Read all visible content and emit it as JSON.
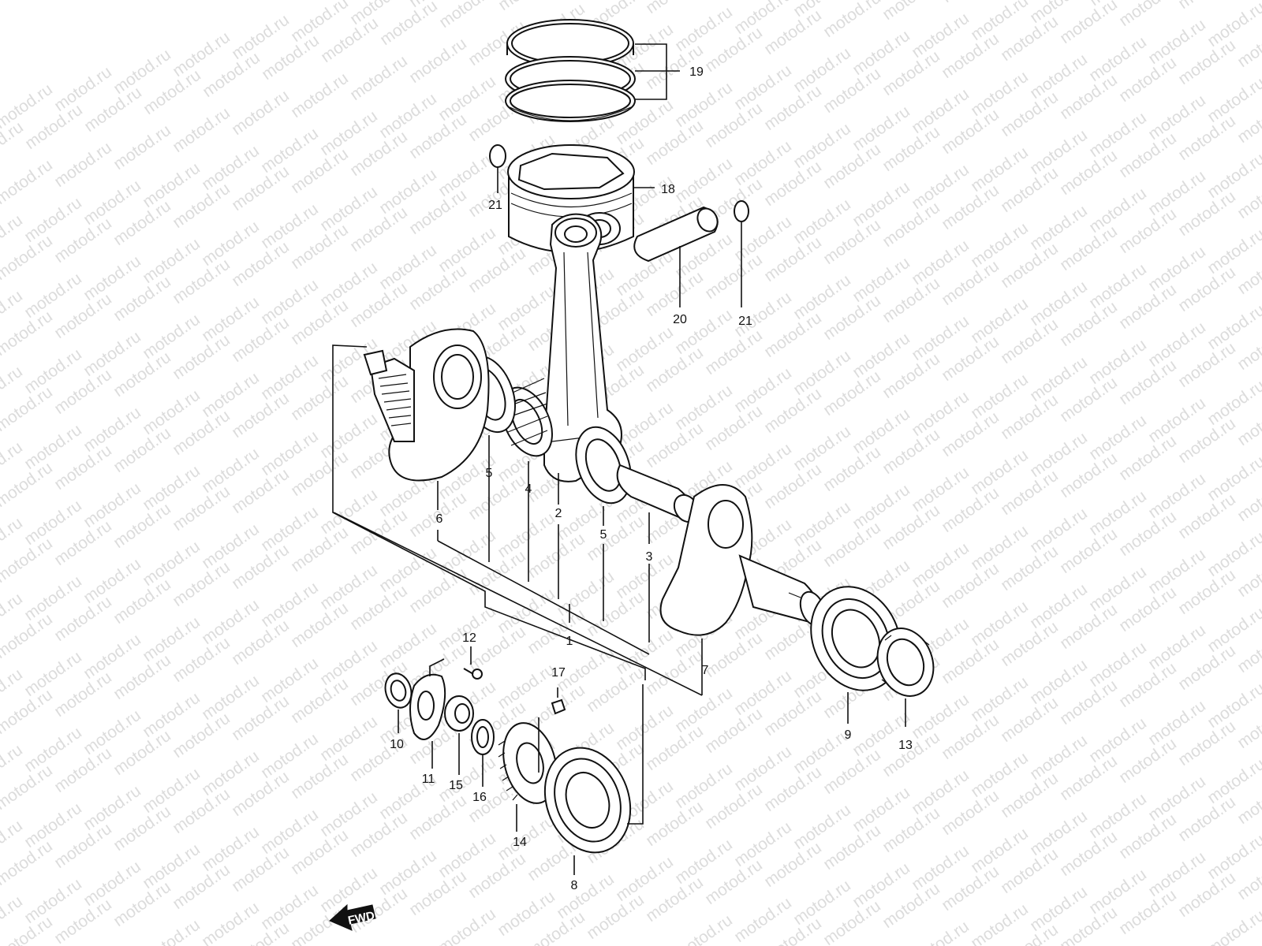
{
  "watermark": "motod.ru",
  "direction_indicator": "FWD",
  "callouts": [
    {
      "id": "c1",
      "text": "1"
    },
    {
      "id": "c2",
      "text": "2"
    },
    {
      "id": "c3",
      "text": "3"
    },
    {
      "id": "c4",
      "text": "4"
    },
    {
      "id": "c5a",
      "text": "5"
    },
    {
      "id": "c5b",
      "text": "5"
    },
    {
      "id": "c6",
      "text": "6"
    },
    {
      "id": "c7",
      "text": "7"
    },
    {
      "id": "c8",
      "text": "8"
    },
    {
      "id": "c9",
      "text": "9"
    },
    {
      "id": "c10",
      "text": "10"
    },
    {
      "id": "c11",
      "text": "11"
    },
    {
      "id": "c12",
      "text": "12"
    },
    {
      "id": "c13",
      "text": "13"
    },
    {
      "id": "c14",
      "text": "14"
    },
    {
      "id": "c15",
      "text": "15"
    },
    {
      "id": "c16",
      "text": "16"
    },
    {
      "id": "c17",
      "text": "17"
    },
    {
      "id": "c18",
      "text": "18"
    },
    {
      "id": "c19",
      "text": "19"
    },
    {
      "id": "c20",
      "text": "20"
    },
    {
      "id": "c21a",
      "text": "21"
    },
    {
      "id": "c21b",
      "text": "21"
    }
  ]
}
